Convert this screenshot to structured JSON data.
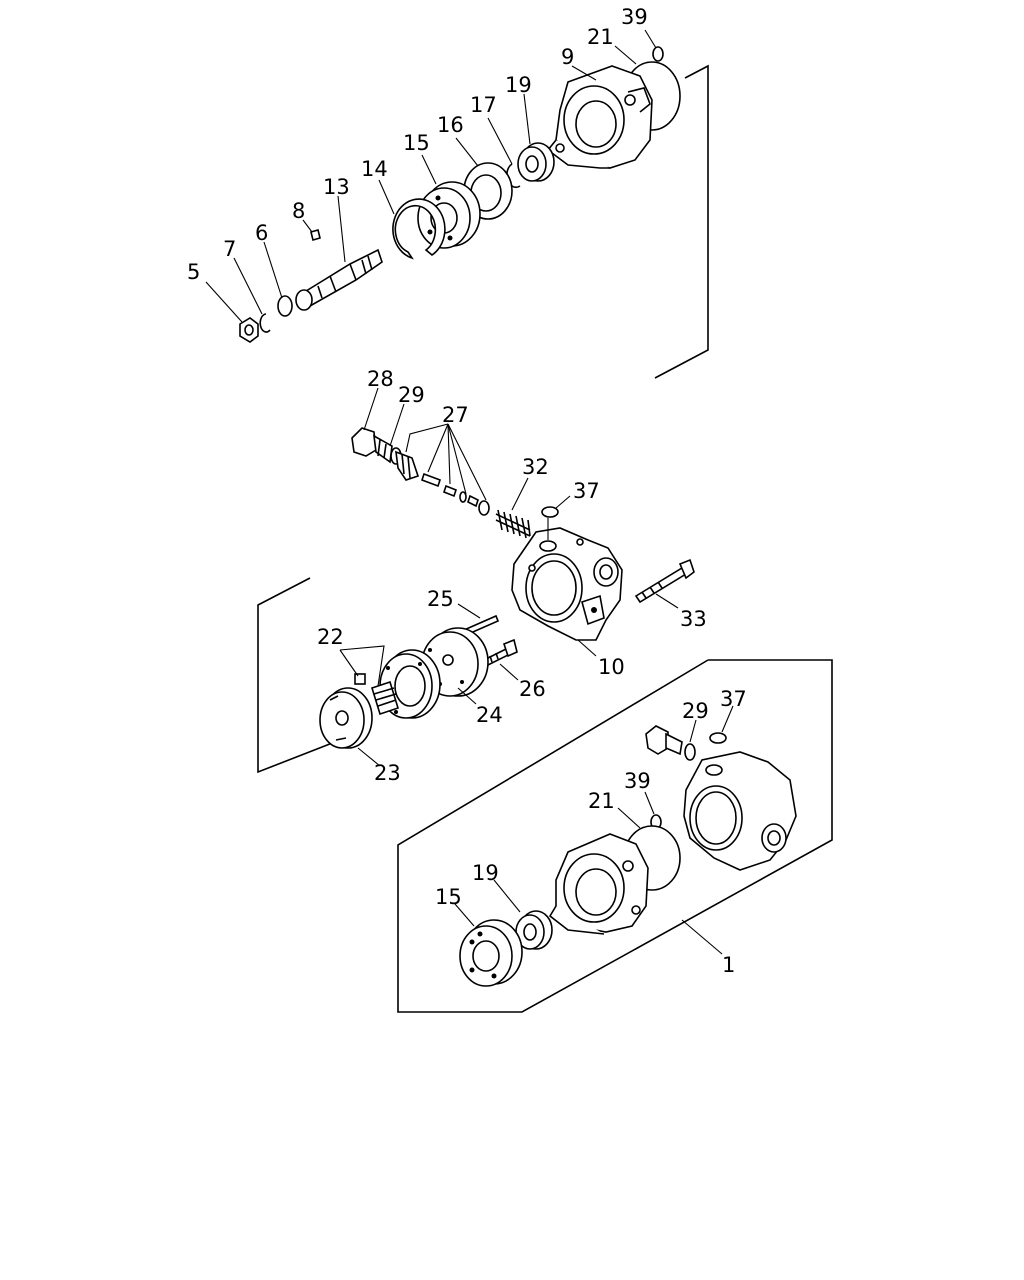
{
  "callouts": {
    "upper_group": {
      "c39": "39",
      "c21": "21",
      "c9": "9",
      "c19": "19",
      "c17": "17",
      "c16": "16",
      "c15": "15",
      "c14": "14",
      "c13": "13",
      "c8": "8",
      "c6": "6",
      "c7": "7",
      "c5": "5"
    },
    "middle_group": {
      "c28": "28",
      "c29": "29",
      "c27": "27",
      "c32": "32",
      "c37": "37",
      "c25": "25",
      "c33": "33",
      "c22": "22",
      "c10": "10",
      "c26": "26",
      "c24": "24",
      "c23": "23"
    },
    "assembly_group": {
      "c29": "29",
      "c37": "37",
      "c39": "39",
      "c21": "21",
      "c19": "19",
      "c15": "15",
      "c1": "1"
    }
  }
}
